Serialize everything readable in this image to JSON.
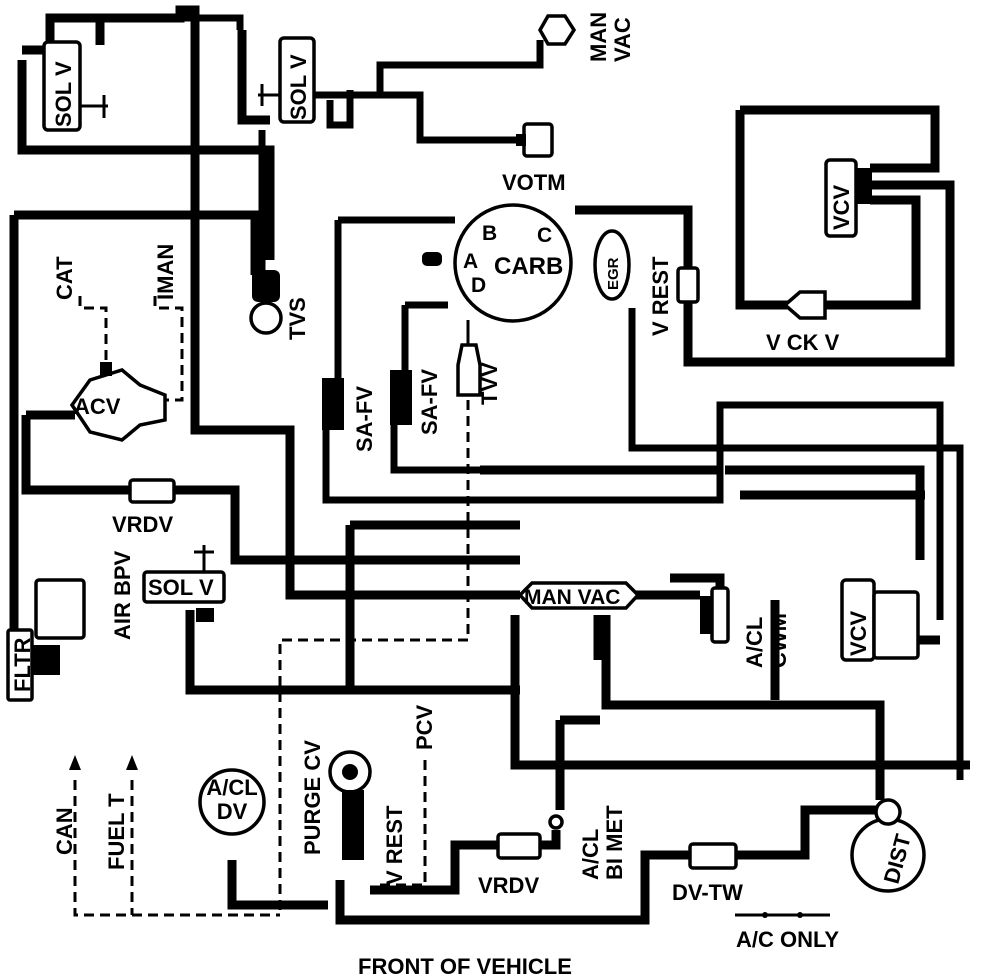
{
  "diagram": {
    "labels": {
      "sol_v_1": "SOL V",
      "sol_v_2": "SOL V",
      "sol_v_3": "SOL V",
      "man_vac_top": "MAN\nVAC",
      "votm": "VOTM",
      "carb": "CARB",
      "carb_port_a": "A",
      "carb_port_b": "B",
      "carb_port_c": "C",
      "carb_port_d": "D",
      "egr": "EGR",
      "v_rest_top": "V REST",
      "vcv_top": "VCV",
      "v_ck_v": "V CK V",
      "tvs": "TVS",
      "cat": "CAT",
      "iman": "IMAN",
      "acv": "ACV",
      "sa_fv_1": "SA-FV",
      "sa_fv_2": "SA-FV",
      "tvv": "TVV",
      "vrdv_left": "VRDV",
      "air_bpv": "AIR BPV",
      "fltr": "FLTR",
      "man_vac_mid": "MAN VAC",
      "a_cl_cwm": "A/CL\nCWM",
      "vcv_right": "VCV",
      "pcv": "PCV",
      "purge_cv": "PURGE CV",
      "v_rest_bottom": "V REST",
      "a_cl_dv": "A/CL\nDV",
      "can": "CAN",
      "fuel_t": "FUEL T",
      "vrdv_bottom": "VRDV",
      "a_cl_bi_met": "A/CL\nBI MET",
      "dv_tw": "DV-TW",
      "dist": "DIST",
      "a_c_only": "A/C ONLY",
      "front_of_vehicle": "FRONT OF VEHICLE"
    }
  }
}
